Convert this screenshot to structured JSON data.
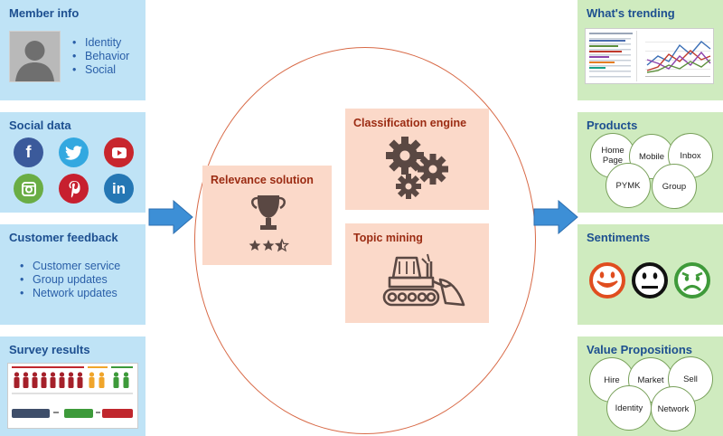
{
  "left_panels": {
    "member_info": {
      "title": "Member info",
      "items": [
        "Identity",
        "Behavior",
        "Social"
      ]
    },
    "social_data": {
      "title": "Social data",
      "icons": [
        "facebook-icon",
        "twitter-icon",
        "youtube-icon",
        "instagram-icon",
        "pinterest-icon",
        "linkedin-icon"
      ]
    },
    "customer_feedback": {
      "title": "Customer feedback",
      "items": [
        "Customer service",
        "Group updates",
        "Network updates"
      ]
    },
    "survey_results": {
      "title": "Survey results"
    }
  },
  "center": {
    "relevance": {
      "title": "Relevance solution"
    },
    "classification": {
      "title": "Classification engine"
    },
    "topic_mining": {
      "title": "Topic mining"
    }
  },
  "right_panels": {
    "whats_trending": {
      "title": "What's trending"
    },
    "products": {
      "title": "Products",
      "bubbles": [
        "Home Page",
        "Mobile",
        "Inbox",
        "PYMK",
        "Group"
      ]
    },
    "sentiments": {
      "title": "Sentiments"
    },
    "value_propositions": {
      "title": "Value Propositions",
      "bubbles": [
        "Hire",
        "Market",
        "Sell",
        "Identity",
        "Network"
      ]
    }
  },
  "colors": {
    "left_panel_bg": "#bfe3f6",
    "right_panel_bg": "#cfebbf",
    "engine_bg": "#fbd9c9",
    "circle_stroke": "#d86a47",
    "arrow_blue": "#3d8fd6"
  }
}
